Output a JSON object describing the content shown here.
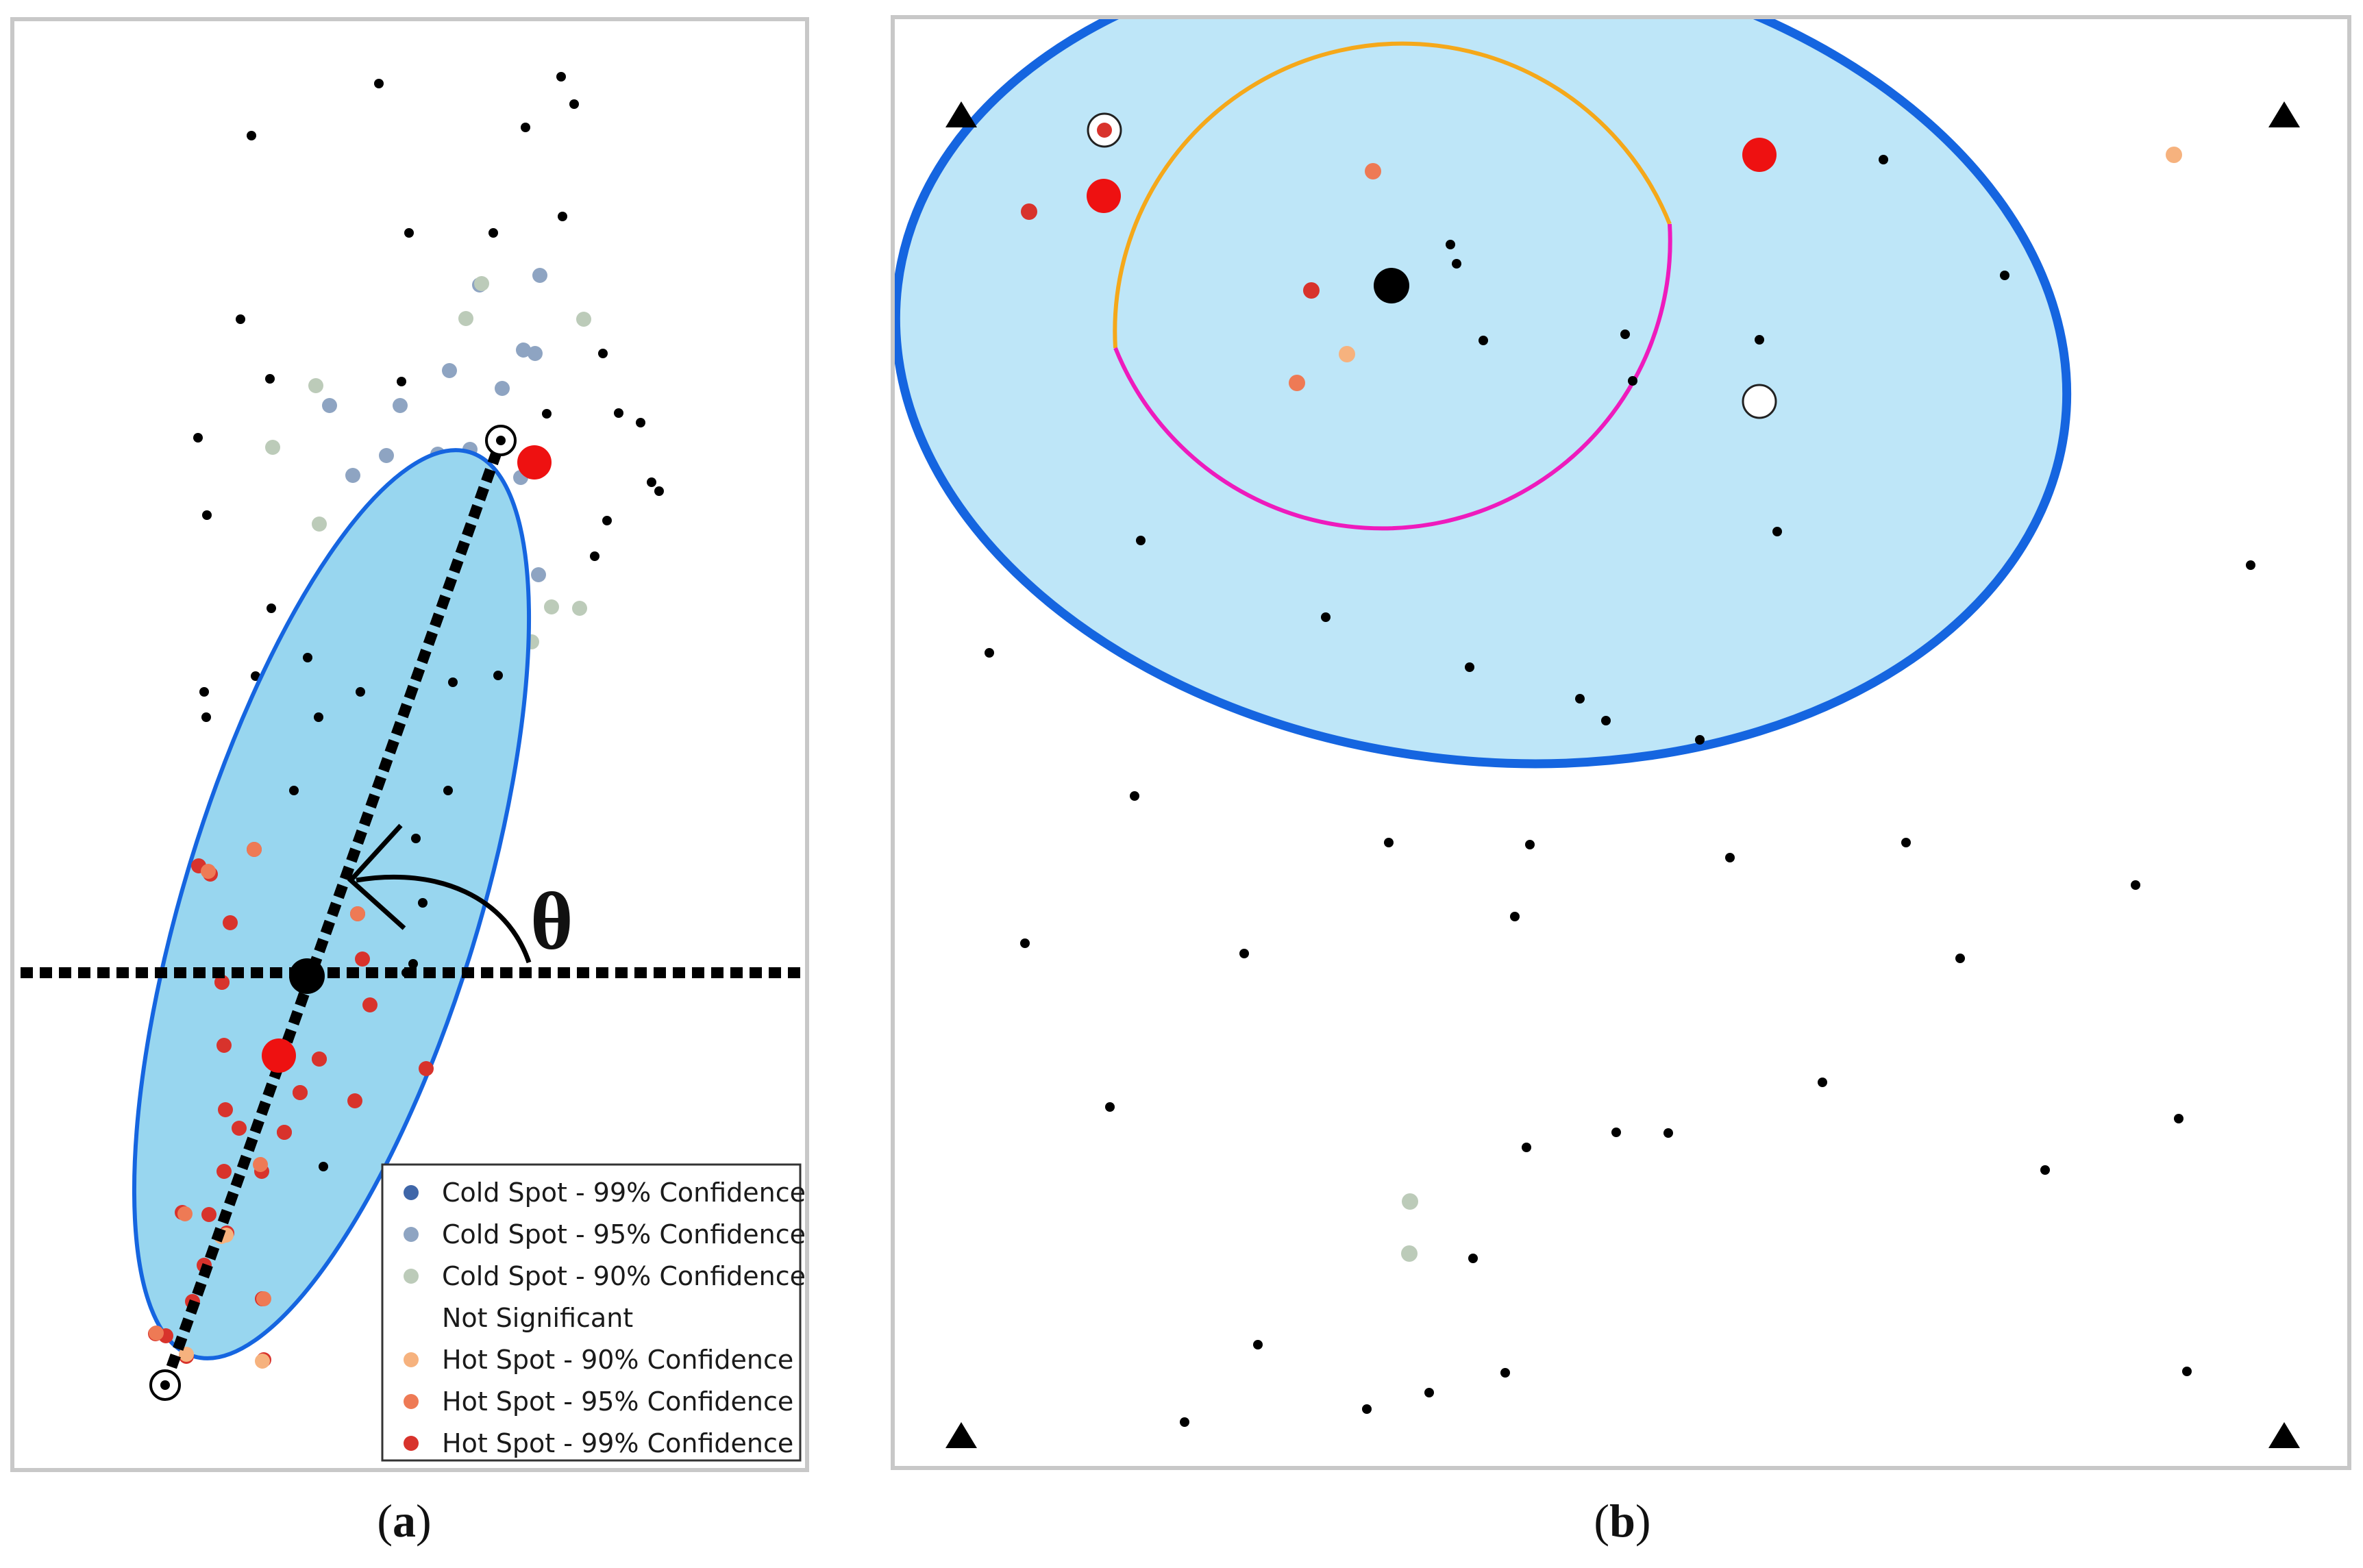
{
  "panels": {
    "a": {
      "caption_letter": "a",
      "angle_label": "θ"
    },
    "b": {
      "caption_letter": "b"
    }
  },
  "legend": [
    {
      "label": "Cold Spot - 99% Confidence",
      "color": "#3f66a8"
    },
    {
      "label": "Cold Spot - 95% Confidence",
      "color": "#8ea4c2"
    },
    {
      "label": "Cold Spot - 90% Confidence",
      "color": "#bccbb9"
    },
    {
      "label": "Not Significant",
      "color": ""
    },
    {
      "label": "Hot Spot - 90% Confidence",
      "color": "#f6b27e"
    },
    {
      "label": "Hot Spot - 95% Confidence",
      "color": "#ee7a55"
    },
    {
      "label": "Hot Spot - 99% Confidence",
      "color": "#d8332c"
    }
  ],
  "colors": {
    "ellipse_fill_a": "#98d6ef",
    "ellipse_fill_b": "#bee6f8",
    "ellipse_stroke": "#1565e0",
    "mean_center": "#000000",
    "highlight_red": "#ee1111",
    "arc_orange": "#f5a81a",
    "arc_magenta": "#ee1bbd"
  }
}
